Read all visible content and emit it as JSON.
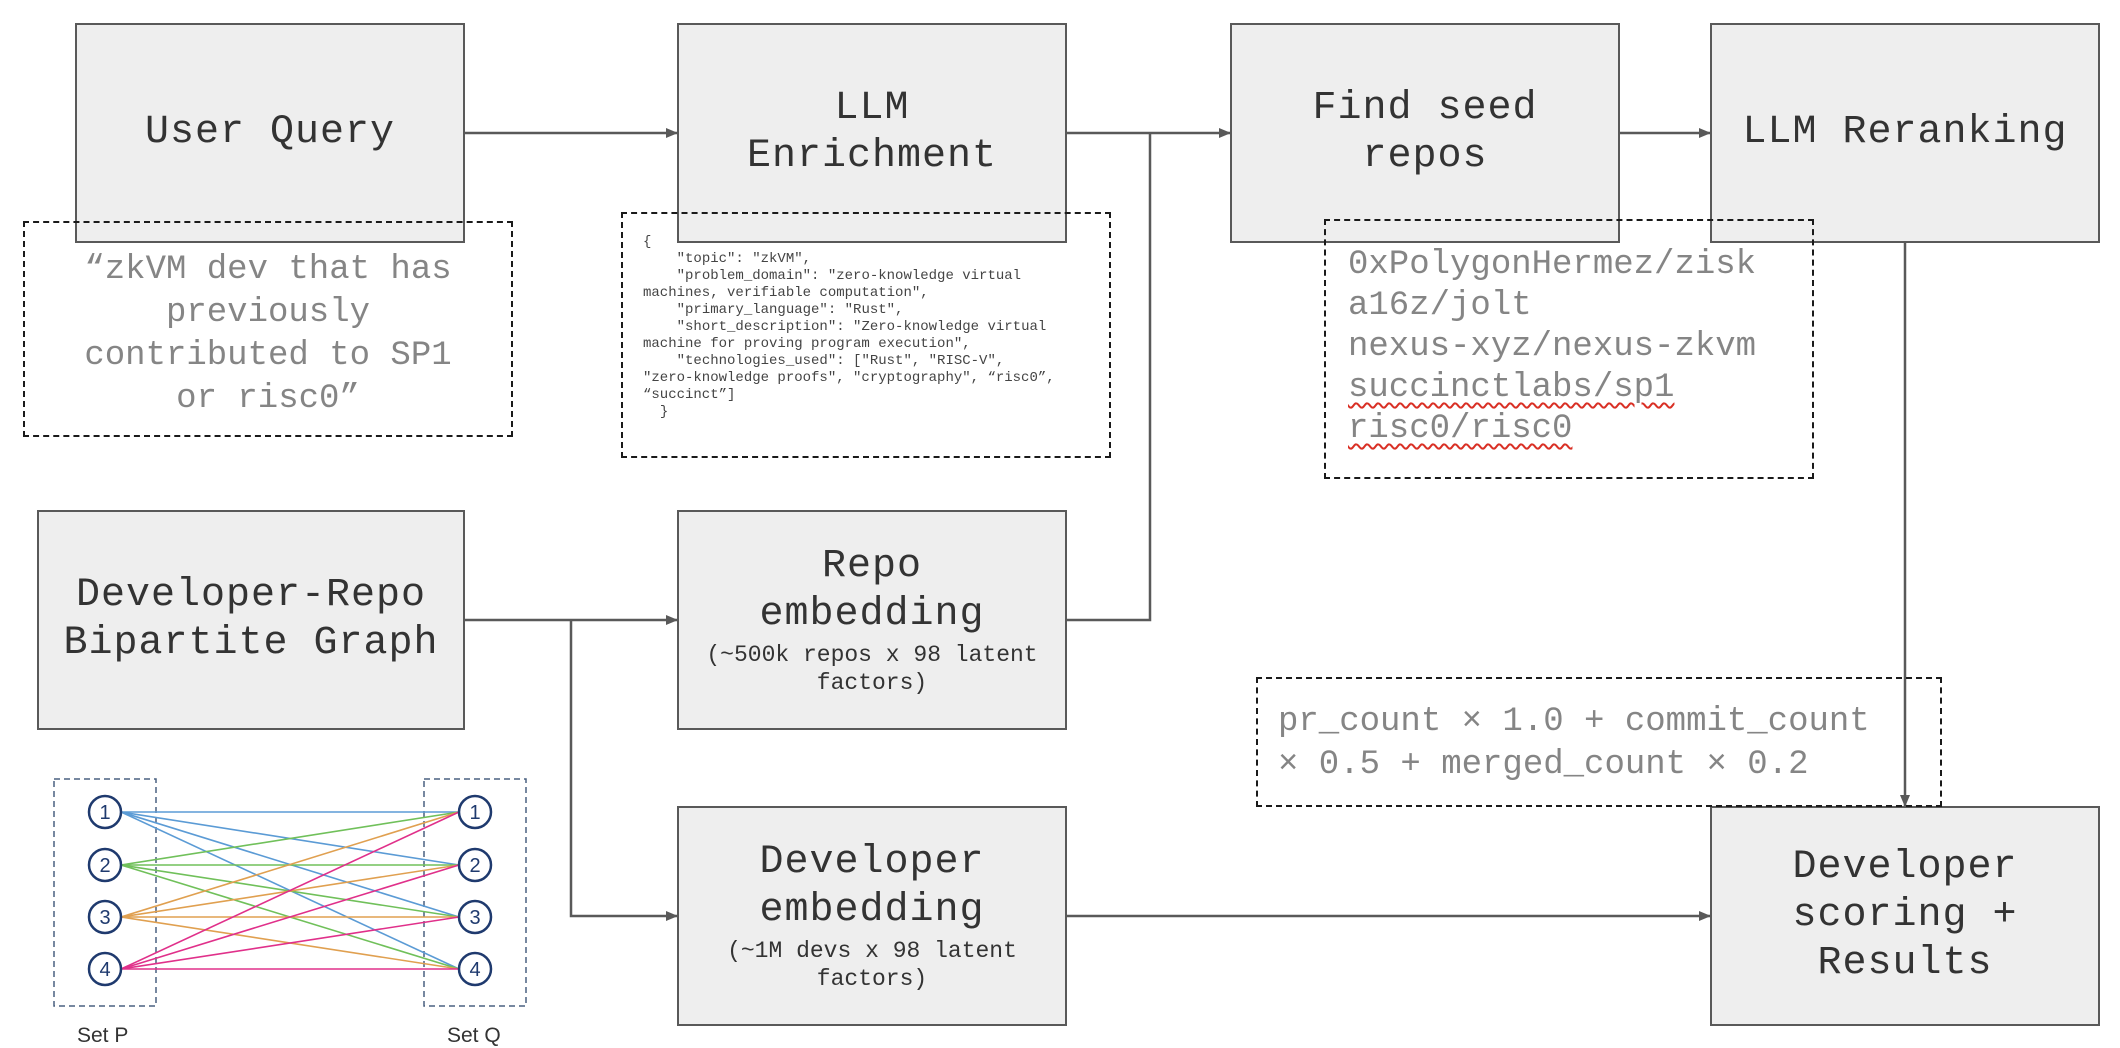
{
  "nodes": {
    "user_query": {
      "title": "User Query"
    },
    "llm_enrichment": {
      "title": "LLM\nEnrichment"
    },
    "find_seed_repos": {
      "title": "Find seed\nrepos"
    },
    "llm_reranking": {
      "title": "LLM Reranking"
    },
    "bipartite_graph": {
      "title": "Developer-Repo\nBipartite Graph"
    },
    "repo_embedding": {
      "title": "Repo\nembedding",
      "subtitle": "(~500k repos x 98 latent\nfactors)"
    },
    "developer_embedding": {
      "title": "Developer\nembedding",
      "subtitle": "(~1M devs x 98 latent\nfactors)"
    },
    "developer_scoring": {
      "title": "Developer\nscoring +\nResults"
    }
  },
  "notes": {
    "query_text": "“zkVM dev that has\npreviously\ncontributed to SP1\nor risc0”",
    "enrichment_json": "{\n    \"topic\": \"zkVM\",\n    \"problem_domain\": \"zero-knowledge virtual\nmachines, verifiable computation\",\n    \"primary_language\": \"Rust\",\n    \"short_description\": \"Zero-knowledge virtual\nmachine for proving program execution\",\n    \"technologies_used\": [\"Rust\", \"RISC-V\",\n\"zero-knowledge proofs\", \"cryptography\", “risc0”,\n“succinct”]\n  }",
    "seed_repos": [
      "0xPolygonHermez/zisk",
      "a16z/jolt",
      "nexus-xyz/nexus-zkvm",
      "succinctlabs/sp1",
      "risc0/risc0"
    ],
    "scoring_formula": "pr_count × 1.0 + commit_count\n× 0.5 + merged_count × 0.2"
  },
  "bipartite_example": {
    "set_p_label": "Set P",
    "set_q_label": "Set Q",
    "set_p_nodes": [
      "1",
      "2",
      "3",
      "4"
    ],
    "set_q_nodes": [
      "1",
      "2",
      "3",
      "4"
    ]
  },
  "colors": {
    "box_fill": "#eeeeee",
    "box_border": "#595959",
    "arrow": "#595959",
    "node_ring": "#1f3a6e",
    "edge_p1": "#5b9bd5",
    "edge_p2": "#70c05a",
    "edge_p3": "#e0a050",
    "edge_p4": "#e0308a"
  }
}
